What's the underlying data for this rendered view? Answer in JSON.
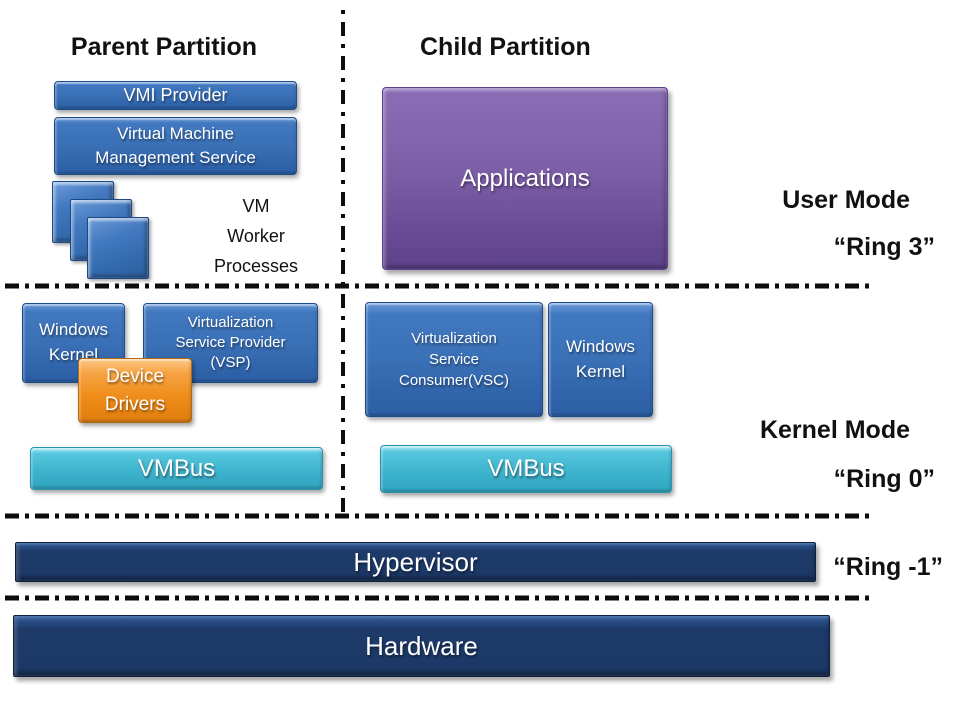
{
  "headings": {
    "parent": "Parent Partition",
    "child": "Child Partition"
  },
  "parent_partition": {
    "vmi_provider": "VMI Provider",
    "vm_management": "Virtual Machine\nManagement Service",
    "vm_worker_processes": "VM\nWorker\nProcesses",
    "windows_kernel": "Windows\nKernel",
    "vsp": "Virtualization\nService Provider\n(VSP)",
    "device_drivers": "Device\nDrivers",
    "vmbus": "VMBus"
  },
  "child_partition": {
    "applications": "Applications",
    "vsc": "Virtualization\nService\nConsumer(VSC)",
    "windows_kernel": "Windows\nKernel",
    "vmbus": "VMBus"
  },
  "modes": {
    "user_mode": "User Mode",
    "ring3": "“Ring 3”",
    "kernel_mode": "Kernel Mode",
    "ring0": "“Ring 0”",
    "ring_minus1": "“Ring -1”"
  },
  "layers": {
    "hypervisor": "Hypervisor",
    "hardware": "Hardware"
  },
  "colors": {
    "box_blue": "#3a70b6",
    "box_cyan": "#3db2cc",
    "box_purple": "#7d5fa8",
    "box_orange": "#ef8c1a",
    "bar_navy": "#1d3a69",
    "divider": "#0d0d0d"
  }
}
